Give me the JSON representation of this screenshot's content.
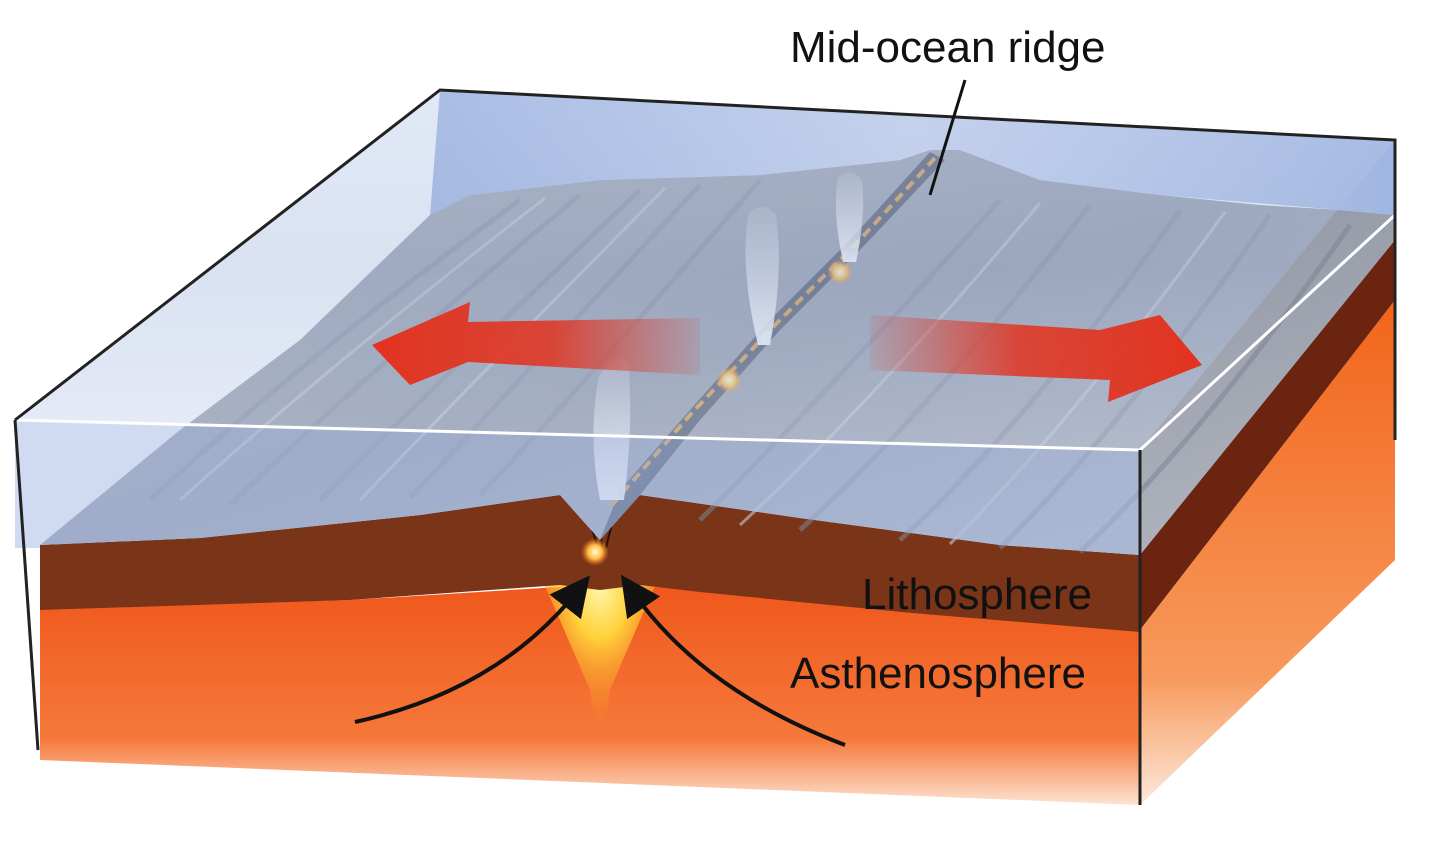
{
  "labels": {
    "ridge": "Mid-ocean ridge",
    "lithosphere": "Lithosphere",
    "asthenosphere": "Asthenosphere"
  },
  "colors": {
    "water_top": "#a9bde0",
    "water_side": "#9fb7e4",
    "seafloor": "#9ea3ad",
    "lithosphere": "#7a3418",
    "lithosphere_side": "#6a2410",
    "asthenosphere": "#f06a1e",
    "asthenosphere_side": "#f2641a",
    "magma": "#ffd23c",
    "spreading_arrow": "#e2331f",
    "outline": "#222222"
  },
  "icons": {
    "spreading": "double-headed-arrow",
    "flow": "curved-arrow",
    "vent": "steam-plume"
  }
}
